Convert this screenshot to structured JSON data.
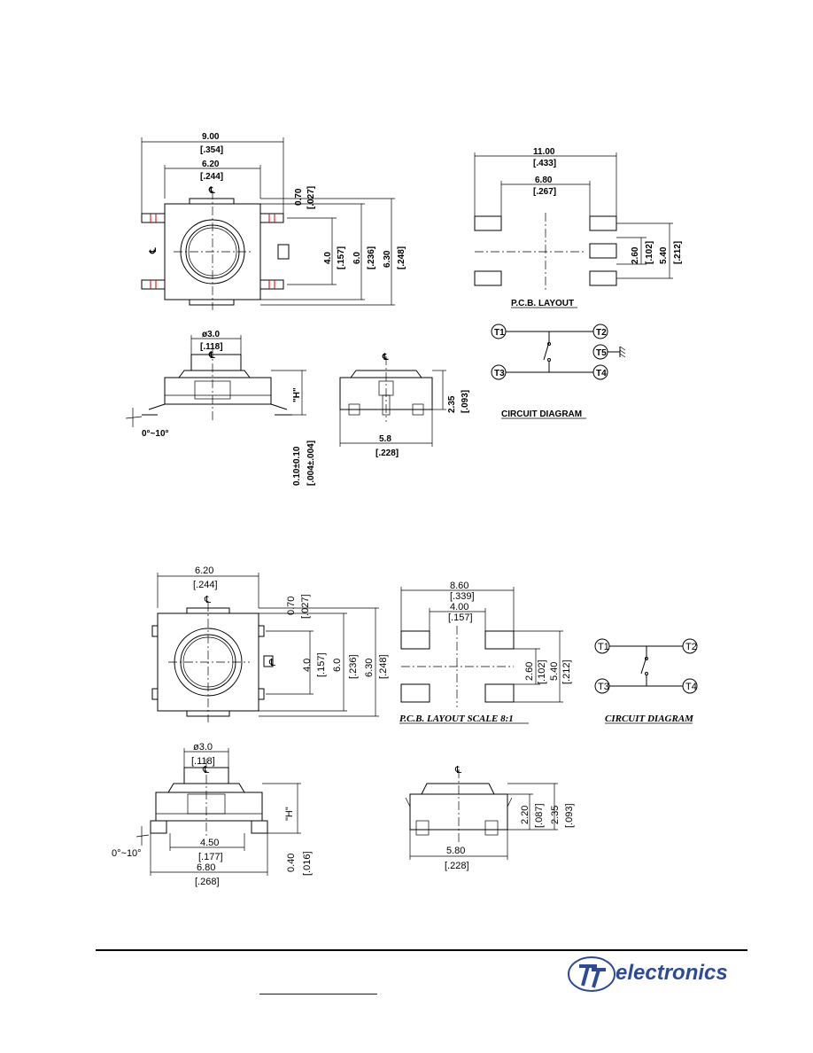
{
  "top": {
    "front": {
      "w1": "9.00",
      "w1in": "[.354]",
      "w2": "6.20",
      "w2in": "[.244]",
      "d070": "0.70",
      "d070in": "[.027]",
      "d40": "4.0",
      "d40in": "[.157]",
      "d60": "6.0",
      "d60in": "[.236]",
      "d630": "6.30",
      "d630in": "[.248]"
    },
    "pcb": {
      "w1": "11.00",
      "w1in": "[.433]",
      "w2": "6.80",
      "w2in": "[.267]",
      "h1": "2.60",
      "h1in": "[.102]",
      "h2": "5.40",
      "h2in": "[.212]",
      "caption": "P.C.B. LAYOUT"
    },
    "side": {
      "dia": "ø3.0",
      "diain": "[.118]",
      "h": "\"H\"",
      "angle": "0°~10°",
      "lead": "0.10±0.10",
      "leadin": "[.004±.004]"
    },
    "end": {
      "h": "2.35",
      "hin": "[.093]",
      "w": "5.8",
      "win": "[.228]"
    },
    "circuit": {
      "t1": "T1",
      "t2": "T2",
      "t3": "T3",
      "t4": "T4",
      "t5": "T5",
      "caption": "CIRCUIT DIAGRAM"
    }
  },
  "bottom": {
    "front": {
      "w": "6.20",
      "win": "[.244]",
      "d070": "0.70",
      "d070in": "[.027]",
      "d40": "4.0",
      "d40in": "[.157]",
      "d60": "6.0",
      "d60in": "[.236]",
      "d630": "6.30",
      "d630in": "[.248]"
    },
    "pcb": {
      "w1": "8.60",
      "w1in": "[.339]",
      "w2": "4.00",
      "w2in": "[.157]",
      "h1": "2.60",
      "h1in": "[.102]",
      "h2": "5.40",
      "h2in": "[.212]",
      "caption": "P.C.B.  LAYOUT  SCALE  8:1"
    },
    "circuit": {
      "t1": "T1",
      "t2": "T2",
      "t3": "T3",
      "t4": "T4",
      "caption": "CIRCUIT  DIAGRAM"
    },
    "side": {
      "dia": "ø3.0",
      "diain": "[.118]",
      "h": "\"H\"",
      "angle": "0°~10°",
      "w1": "4.50",
      "w1in": "[.177]",
      "w2": "6.80",
      "w2in": "[.268]",
      "h040": "0.40",
      "h040in": "[.016]"
    },
    "end": {
      "h1": "2.20",
      "h1in": "[.087]",
      "h2": "2.35",
      "h2in": "[.093]",
      "w": "5.80",
      "win": "[.228]"
    }
  },
  "footer": {
    "logo": "electronics"
  }
}
